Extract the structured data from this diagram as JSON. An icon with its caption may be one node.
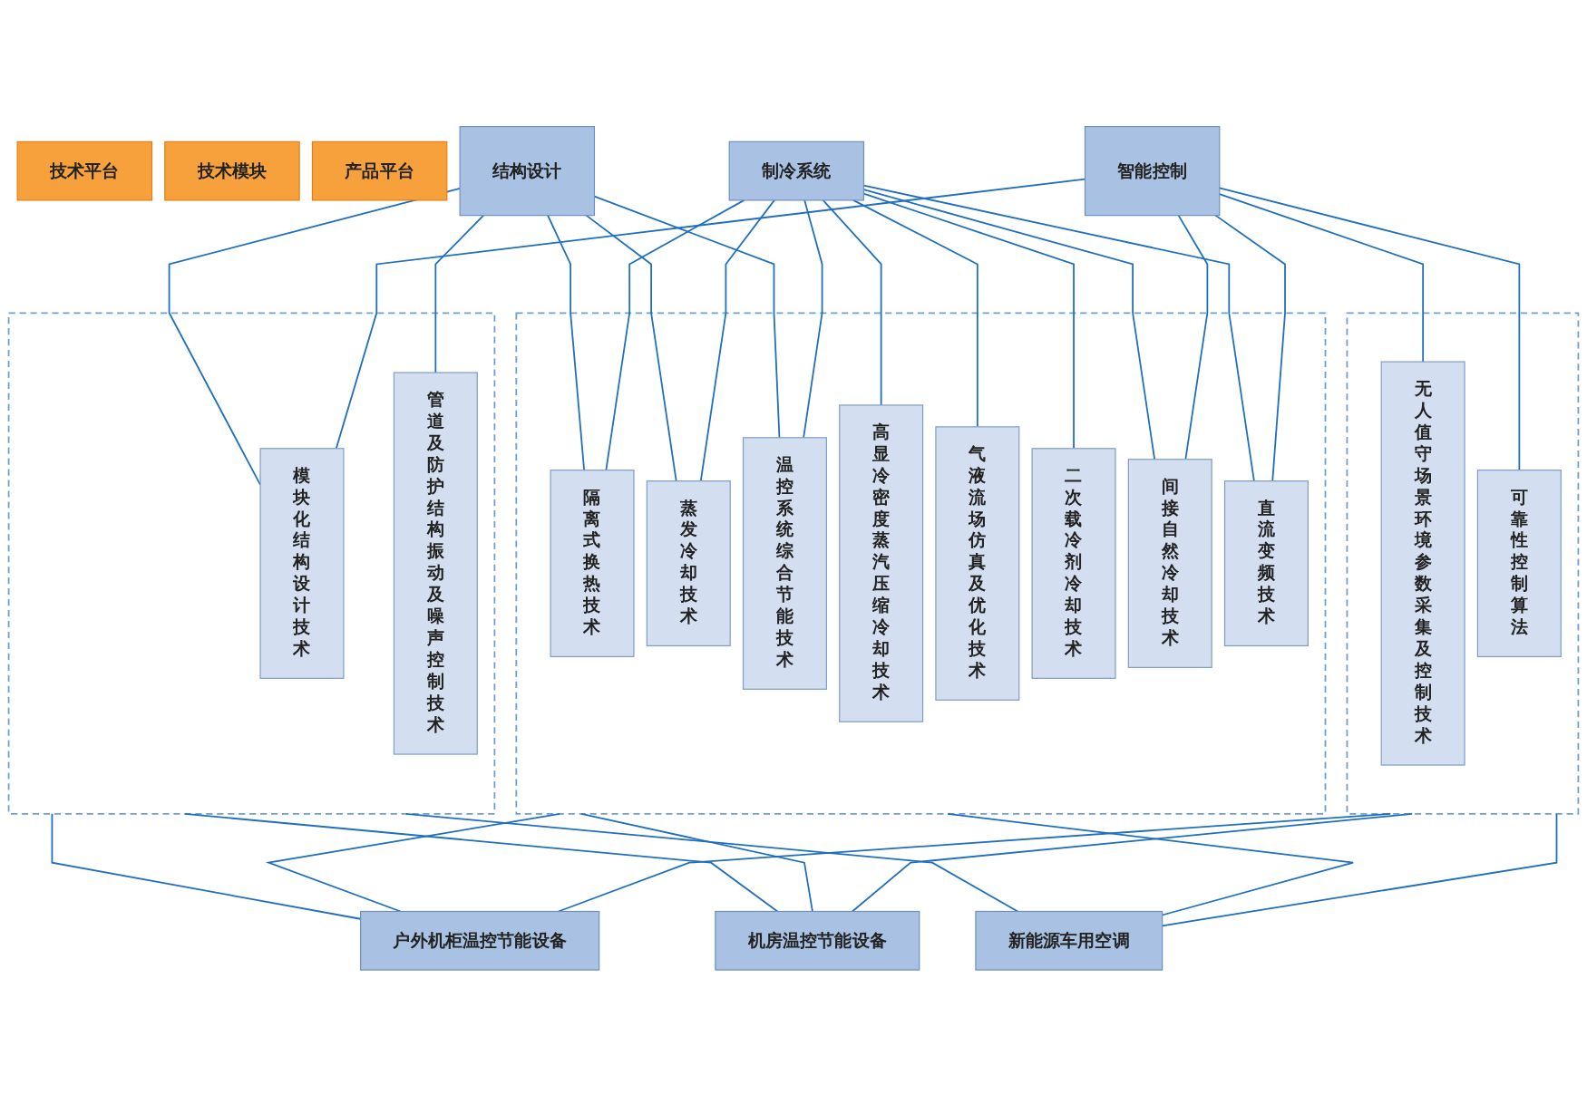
{
  "diagram": {
    "nodes": [
      {
        "text": [
          "技术平台"
        ]
      },
      {
        "text": [
          "结构设计"
        ]
      },
      {
        "text": [
          "制冷系统"
        ]
      },
      {
        "text": [
          "智能控制"
        ]
      },
      {
        "text": [
          "技术模块"
        ]
      },
      {
        "text": [],
        "shape": "box"
      },
      {
        "text": [
          "模块化结构设计技术"
        ],
        "in": 5
      },
      {
        "text": [
          "管道及防护结构振动及噪声控制技术"
        ],
        "in": 5
      },
      {
        "text": [],
        "shape": "box"
      },
      {
        "text": [
          "隔离式换热技术"
        ],
        "in": 8
      },
      {
        "text": [
          "蒸发冷却技术"
        ],
        "in": 8
      },
      {
        "text": [
          "温控系统综合节能技术"
        ],
        "in": 8
      },
      {
        "text": [
          "高显冷密度蒸汽压缩冷却技术"
        ],
        "in": 8
      },
      {
        "text": [
          "气液流场仿真及优化技术"
        ],
        "in": 8
      },
      {
        "text": [
          "二次载冷剂冷却技术"
        ],
        "in": 8
      },
      {
        "text": [
          "间接自然冷却技术"
        ],
        "in": 8
      },
      {
        "text": [
          "直流变频技术"
        ],
        "in": 8
      },
      {
        "text": [],
        "shape": "box"
      },
      {
        "text": [
          "无人值守场景环境参数采集及控制技术"
        ],
        "in": 17
      },
      {
        "text": [
          "可靠性控制算法"
        ],
        "in": 17
      },
      {
        "text": [
          "产品平台"
        ]
      },
      {
        "text": [
          "户外机柜温控节能设备"
        ]
      },
      {
        "text": [
          "机房温控节能设备"
        ]
      },
      {
        "text": [
          "新能源车用空调"
        ]
      }
    ],
    "edges": [
      {
        "from": 1,
        "to": 6,
        "arrow": "none"
      },
      {
        "from": 1,
        "to": 7,
        "arrow": "none"
      },
      {
        "from": 1,
        "to": 9,
        "arrow": "none"
      },
      {
        "from": 1,
        "to": 10,
        "arrow": "none"
      },
      {
        "from": 1,
        "to": 11,
        "arrow": "none"
      },
      {
        "from": 2,
        "to": 9,
        "arrow": "none"
      },
      {
        "from": 2,
        "to": 10,
        "arrow": "none"
      },
      {
        "from": 2,
        "to": 11,
        "arrow": "none"
      },
      {
        "from": 2,
        "to": 12,
        "arrow": "none"
      },
      {
        "from": 2,
        "to": 13,
        "arrow": "none"
      },
      {
        "from": 2,
        "to": 14,
        "arrow": "none"
      },
      {
        "from": 2,
        "to": 15,
        "arrow": "none"
      },
      {
        "from": 2,
        "to": 16,
        "arrow": "none"
      },
      {
        "from": 3,
        "to": 6,
        "arrow": "none"
      },
      {
        "from": 3,
        "to": 15,
        "arrow": "none"
      },
      {
        "from": 3,
        "to": 16,
        "arrow": "none"
      },
      {
        "from": 3,
        "to": 18,
        "arrow": "none"
      },
      {
        "from": 3,
        "to": 19,
        "arrow": "none"
      },
      {
        "from": 5,
        "to": 21,
        "arrow": "none"
      },
      {
        "from": 5,
        "to": 22,
        "arrow": "none"
      },
      {
        "from": 5,
        "to": 23,
        "arrow": "none"
      },
      {
        "from": 8,
        "to": 21,
        "arrow": "none"
      },
      {
        "from": 8,
        "to": 22,
        "arrow": "none"
      },
      {
        "from": 8,
        "to": 23,
        "arrow": "none"
      },
      {
        "from": 17,
        "to": 21,
        "arrow": "none"
      },
      {
        "from": 17,
        "to": 22,
        "arrow": "none"
      },
      {
        "from": 17,
        "to": 23,
        "arrow": "none"
      }
    ]
  }
}
